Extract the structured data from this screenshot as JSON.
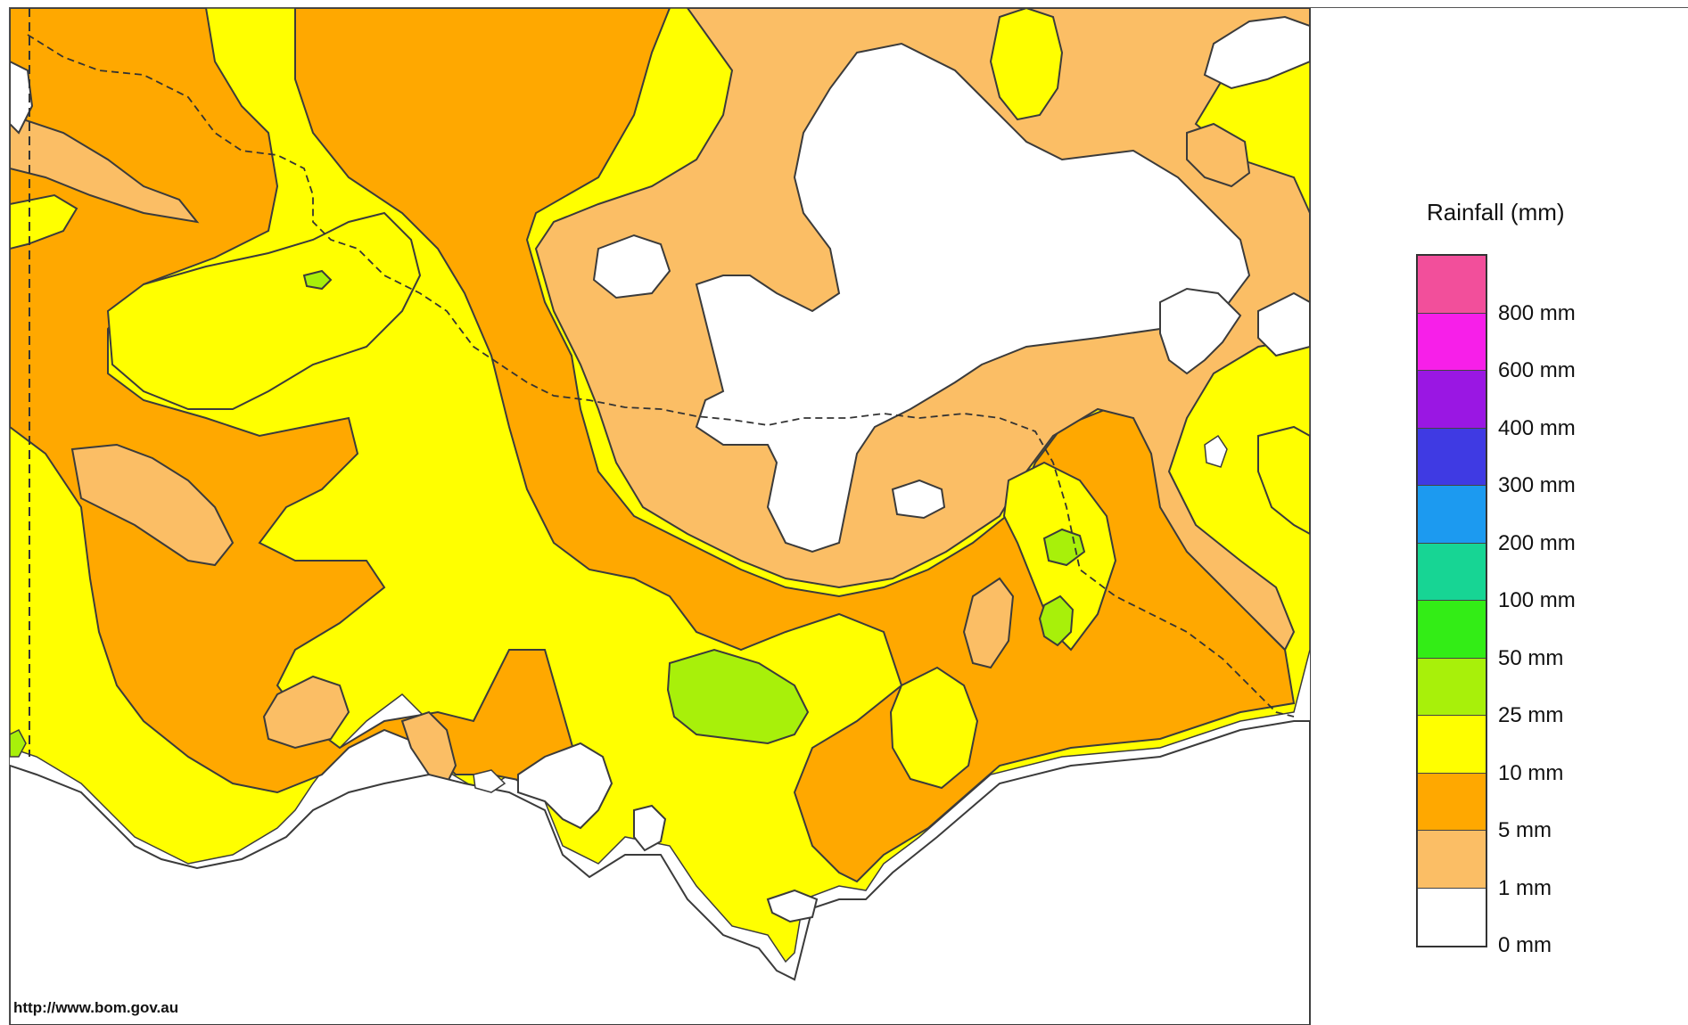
{
  "map": {
    "credit": "http://www.bom.gov.au"
  },
  "legend": {
    "title": "Rainfall (mm)",
    "bands": [
      {
        "color": "#f24f9b"
      },
      {
        "color": "#f71fe9"
      },
      {
        "color": "#9a17e3"
      },
      {
        "color": "#3f3ae3"
      },
      {
        "color": "#1c9af0"
      },
      {
        "color": "#17d594"
      },
      {
        "color": "#33ed16"
      },
      {
        "color": "#a8f00a"
      },
      {
        "color": "#ffff00"
      },
      {
        "color": "#ffa800"
      },
      {
        "color": "#fbbe65"
      },
      {
        "color": "#ffffff"
      }
    ],
    "labels": [
      "800 mm",
      "600 mm",
      "400 mm",
      "300 mm",
      "200 mm",
      "100 mm",
      "50 mm",
      "25 mm",
      "10 mm",
      "5 mm",
      "1 mm",
      "0 mm"
    ]
  },
  "colors": {
    "band_0": "#ffffff",
    "band_1": "#fbbe65",
    "band_5": "#ffa800",
    "band_10": "#ffff00",
    "band_25": "#a8f00a",
    "band_50": "#33ed16",
    "outline": "#3b3b3b",
    "border": "#444444"
  }
}
